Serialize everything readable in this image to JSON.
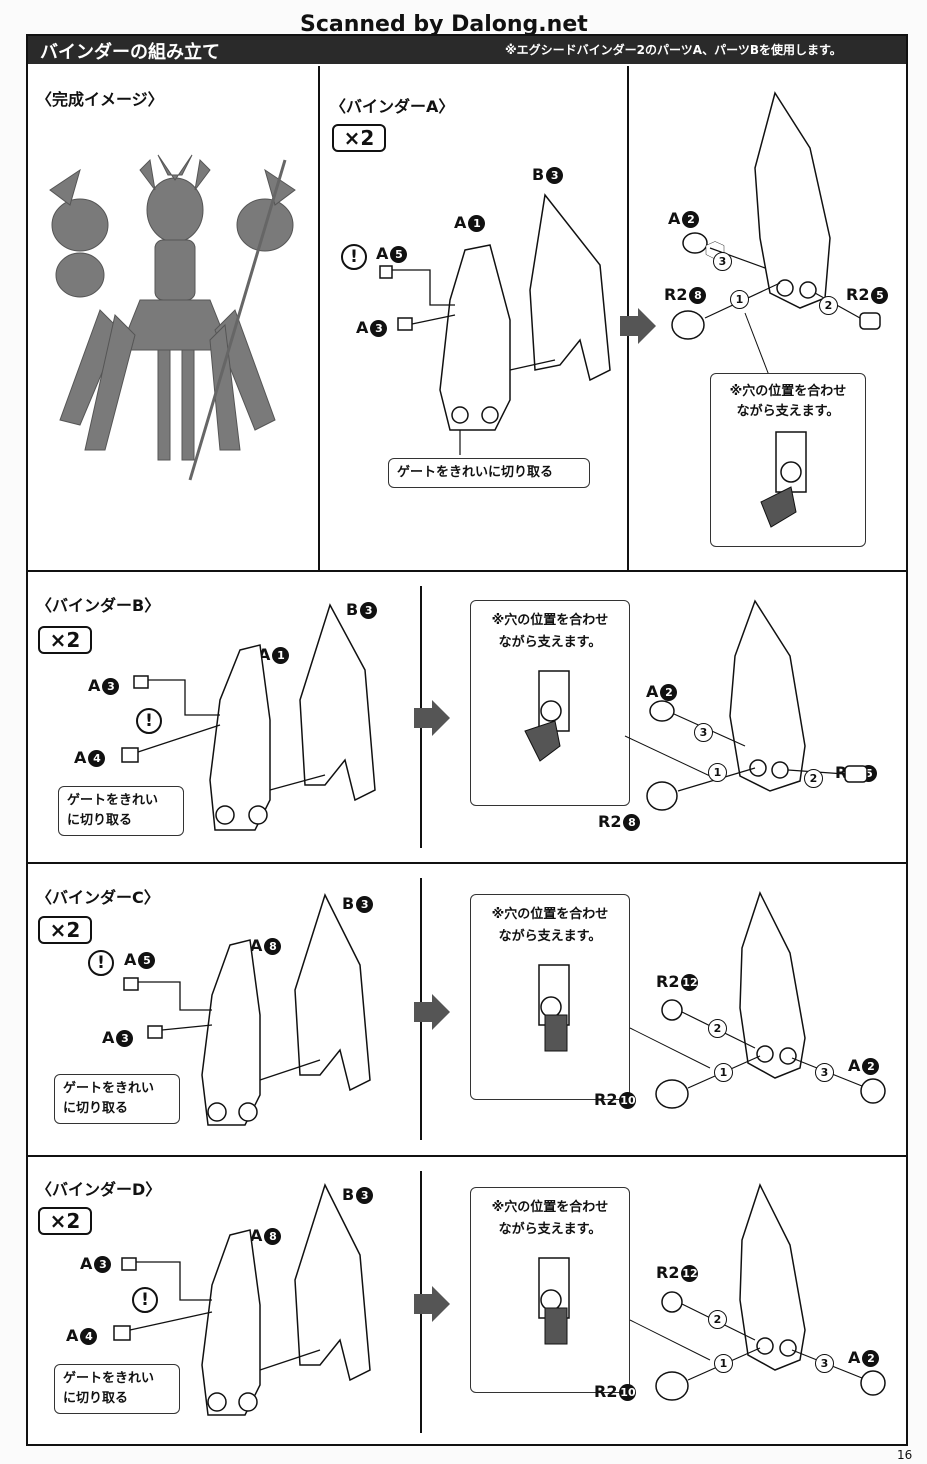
{
  "header": {
    "title": "バインダーの組み立て",
    "note": "※エグシードバインダー2のパーツA、パーツBを使用します。",
    "watermark": "Scanned by Dalong.net"
  },
  "completion": {
    "title": "〈完成イメージ〉"
  },
  "binder_a": {
    "title": "〈バインダーA〉",
    "multiplier": "×2",
    "gate_note": "ゲートをきれいに切り取る",
    "hole_note_line1": "※穴の位置を合わせ",
    "hole_note_line2": "ながら支えます。",
    "labels": {
      "b3": "B",
      "b3_n": "3",
      "a1": "A",
      "a1_n": "1",
      "a5": "A",
      "a5_n": "5",
      "a3": "A",
      "a3_n": "3",
      "a2": "A",
      "a2_n": "2",
      "r2_8": "R2",
      "r2_8_n": "8",
      "r2_5": "R2",
      "r2_5_n": "5",
      "step1": "1",
      "step2": "2",
      "step3": "3"
    }
  },
  "binder_b": {
    "title": "〈バインダーB〉",
    "multiplier": "×2",
    "gate_note_line1": "ゲートをきれい",
    "gate_note_line2": "に切り取る",
    "hole_note_line1": "※穴の位置を合わせ",
    "hole_note_line2": "ながら支えます。",
    "labels": {
      "b3": "B",
      "b3_n": "3",
      "a1": "A",
      "a1_n": "1",
      "a3": "A",
      "a3_n": "3",
      "a4": "A",
      "a4_n": "4",
      "a2": "A",
      "a2_n": "2",
      "r2_5": "R2",
      "r2_5_n": "5",
      "r2_8": "R2",
      "r2_8_n": "8",
      "step1": "1",
      "step2": "2",
      "step3": "3"
    }
  },
  "binder_c": {
    "title": "〈バインダーC〉",
    "multiplier": "×2",
    "gate_note_line1": "ゲートをきれい",
    "gate_note_line2": "に切り取る",
    "hole_note_line1": "※穴の位置を合わせ",
    "hole_note_line2": "ながら支えます。",
    "labels": {
      "b3": "B",
      "b3_n": "3",
      "a8": "A",
      "a8_n": "8",
      "a5": "A",
      "a5_n": "5",
      "a3": "A",
      "a3_n": "3",
      "r2_12": "R2",
      "r2_12_n": "12",
      "r2_10": "R2",
      "r2_10_n": "10",
      "a2": "A",
      "a2_n": "2",
      "step1": "1",
      "step2": "2",
      "step3": "3"
    }
  },
  "binder_d": {
    "title": "〈バインダーD〉",
    "multiplier": "×2",
    "gate_note_line1": "ゲートをきれい",
    "gate_note_line2": "に切り取る",
    "hole_note_line1": "※穴の位置を合わせ",
    "hole_note_line2": "ながら支えます。",
    "labels": {
      "b3": "B",
      "b3_n": "3",
      "a8": "A",
      "a8_n": "8",
      "a3": "A",
      "a3_n": "3",
      "a4": "A",
      "a4_n": "4",
      "r2_12": "R2",
      "r2_12_n": "12",
      "r2_10": "R2",
      "r2_10_n": "10",
      "a2": "A",
      "a2_n": "2",
      "step1": "1",
      "step2": "2",
      "step3": "3"
    }
  },
  "page_number": "16"
}
